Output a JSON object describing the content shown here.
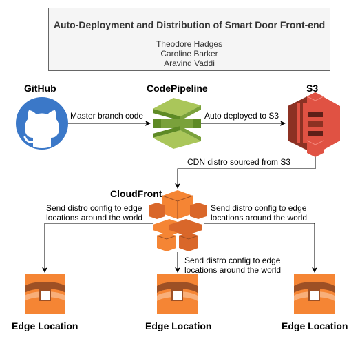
{
  "title": "Auto-Deployment and Distribution of Smart Door Front-end",
  "authors": [
    "Theodore Hadges",
    "Caroline Barker",
    "Aravind Vaddi"
  ],
  "nodes": {
    "github": "GitHub",
    "codepipeline": "CodePipeline",
    "s3": "S3",
    "cloudfront": "CloudFront",
    "edge_left": "Edge Location",
    "edge_middle": "Edge Location",
    "edge_right": "Edge Location"
  },
  "edges": {
    "github_to_pipeline": "Master branch code",
    "pipeline_to_s3": "Auto deployed to S3",
    "s3_to_cloudfront": "CDN distro sourced from S3",
    "cf_to_left": [
      "Send distro config to edge",
      "locations around the world"
    ],
    "cf_to_right": [
      "Send distro config to edge",
      "locations around the world"
    ],
    "cf_to_middle": [
      "Send distro config to edge",
      "locations around the world"
    ]
  },
  "icons": {
    "github": "github-logo-icon",
    "codepipeline": "aws-codepipeline-icon",
    "s3": "aws-s3-icon",
    "cloudfront": "aws-cloudfront-icon",
    "edge": "aws-edge-location-icon"
  },
  "colors": {
    "github": "#3b78c8",
    "codepipeline": "#7aa13b",
    "s3": "#e05243",
    "cloudfront": "#f58534",
    "edge": "#f58534"
  }
}
